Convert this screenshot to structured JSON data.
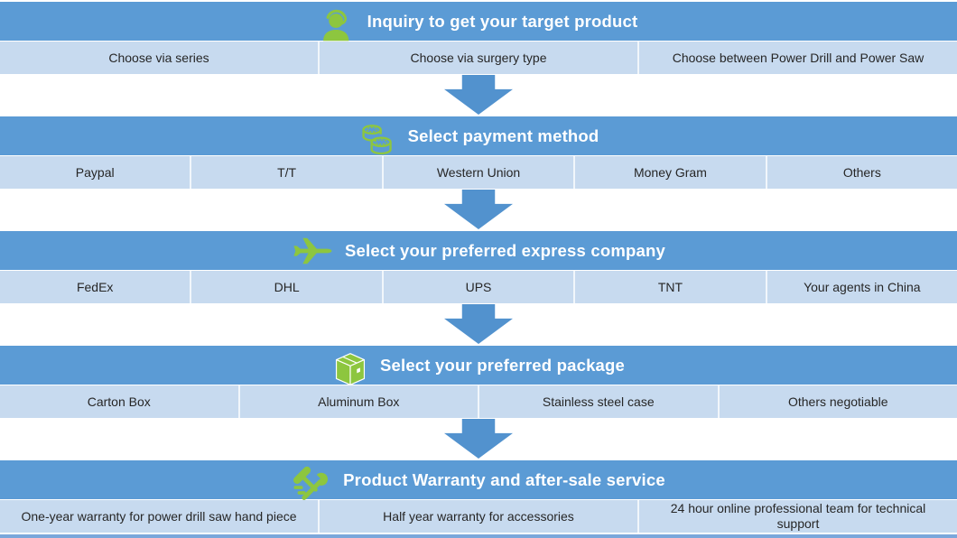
{
  "colors": {
    "header_blue": "#5B9BD5",
    "row_blue": "#C7DAEF",
    "arrow_blue": "#5292CE",
    "icon_green": "#8DC63F",
    "header_text": "#FFFFFF",
    "row_text": "#262626",
    "bottom_strip": "#7BA7DB"
  },
  "steps": [
    {
      "title": "Inquiry to get your target product",
      "icon": "support-agent-icon",
      "options": [
        "Choose via series",
        "Choose via surgery type",
        "Choose between Power Drill and Power Saw"
      ]
    },
    {
      "title": "Select payment method",
      "icon": "coins-icon",
      "options": [
        "Paypal",
        "T/T",
        "Western Union",
        "Money Gram",
        "Others"
      ]
    },
    {
      "title": "Select your preferred express company",
      "icon": "airplane-icon",
      "options": [
        "FedEx",
        "DHL",
        "UPS",
        "TNT",
        "Your agents in China"
      ]
    },
    {
      "title": "Select your preferred package",
      "icon": "package-icon",
      "options": [
        "Carton Box",
        "Aluminum Box",
        "Stainless steel case",
        "Others negotiable"
      ]
    },
    {
      "title": "Product Warranty and after-sale service",
      "icon": "tools-icon",
      "options": [
        "One-year warranty for power drill saw hand piece",
        "Half year warranty for accessories",
        "24 hour online professional team for technical support"
      ]
    }
  ]
}
